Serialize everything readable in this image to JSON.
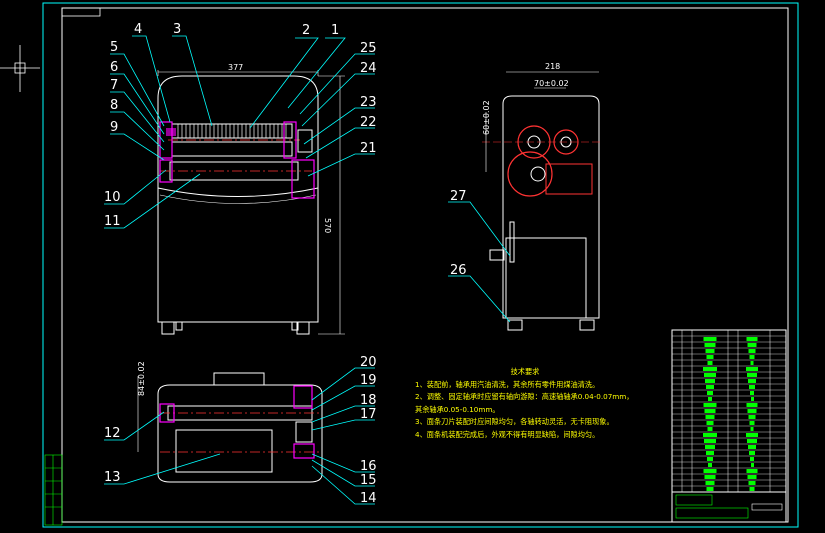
{
  "drawing": {
    "part_labels": [
      "1",
      "2",
      "3",
      "4",
      "5",
      "6",
      "7",
      "8",
      "9",
      "10",
      "11",
      "12",
      "13",
      "14",
      "15",
      "16",
      "17",
      "18",
      "19",
      "20",
      "21",
      "22",
      "23",
      "24",
      "25",
      "26",
      "27"
    ],
    "dimensions": {
      "front_width": "377",
      "front_height": "570",
      "side_width": "218",
      "side_spacing_h": "70±0.02",
      "side_spacing_v": "60±0.02",
      "top_spacing": "84±0.02"
    }
  },
  "tech_notes": {
    "title": "技术要求",
    "lines": [
      "1、装配前，轴承用汽油清洗，其余所有零件用煤油清洗。",
      "2、调整、固定轴承时应留有轴向游隙：高速轴轴承0.04-0.07mm，",
      "   其余轴承0.05-0.10mm。",
      "3、面条刀片装配时应间隙均匀，各轴转动灵活，无卡阻现象。",
      "4、面条机装配完成后，外观不得有明显缺陷，间隙均匀。"
    ]
  },
  "colors": {
    "background": "#000000",
    "frame": "#ffffff",
    "leader": "#00ffff",
    "part": "#ffffff",
    "centerline": "#ff3333",
    "highlight": "#ff00ff",
    "notes": "#ffff00",
    "table_green": "#00ff00"
  }
}
